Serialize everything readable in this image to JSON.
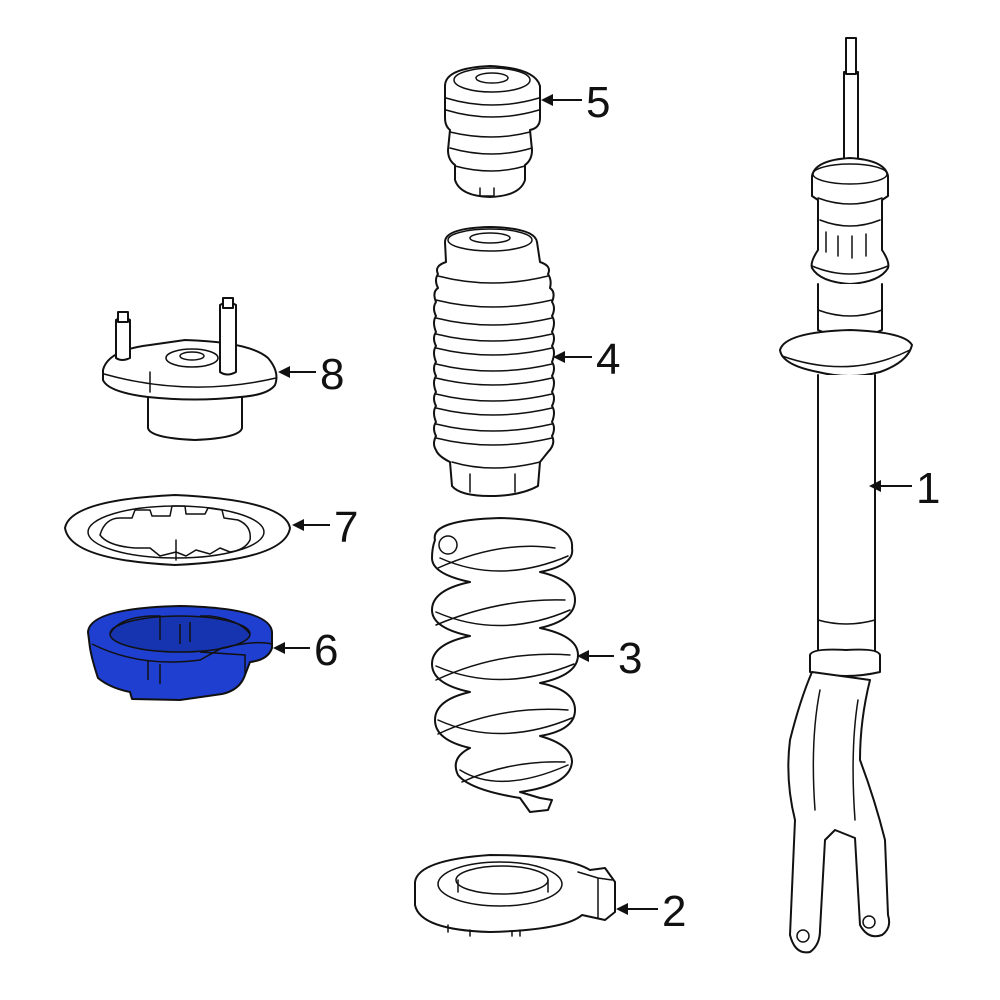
{
  "diagram": {
    "highlight_color": "#1e3fd0",
    "highlighted_part": "6",
    "callouts": [
      {
        "id": "1",
        "label": "1"
      },
      {
        "id": "2",
        "label": "2"
      },
      {
        "id": "3",
        "label": "3"
      },
      {
        "id": "4",
        "label": "4"
      },
      {
        "id": "5",
        "label": "5"
      },
      {
        "id": "6",
        "label": "6"
      },
      {
        "id": "7",
        "label": "7"
      },
      {
        "id": "8",
        "label": "8"
      }
    ]
  }
}
